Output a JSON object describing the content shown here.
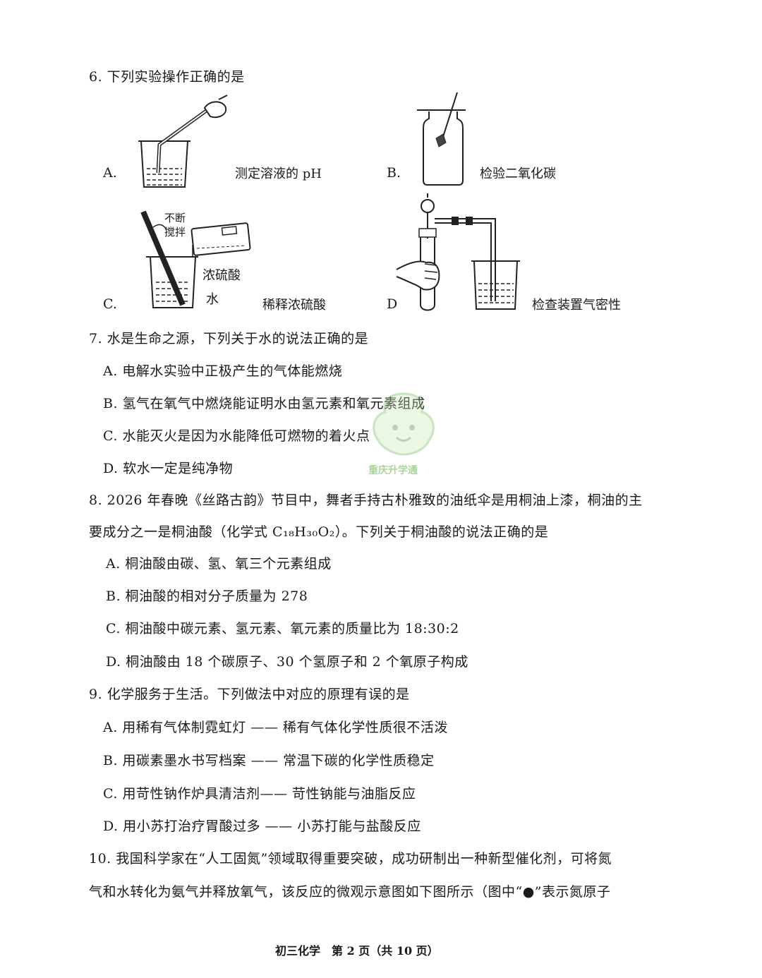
{
  "q6": {
    "stem": "6. 下列实验操作正确的是",
    "options": [
      {
        "label": "A.",
        "caption": "测定溶液的 pH"
      },
      {
        "label": "B.",
        "caption": "检验二氧化碳"
      },
      {
        "label": "C.",
        "caption": "稀释浓硫酸"
      },
      {
        "label": "D",
        "caption": "检查装置气密性"
      }
    ],
    "figure_c_labels": {
      "stir_1": "不断",
      "stir_2": "搅拌",
      "acid": "浓硫酸",
      "water": "水"
    }
  },
  "q7": {
    "stem": "7. 水是生命之源，下列关于水的说法正确的是",
    "options": [
      "A. 电解水实验中正极产生的气体能燃烧",
      "B. 氢气在氧气中燃烧能证明水由氢元素和氧元素组成",
      "C. 水能灭火是因为水能降低可燃物的着火点",
      "D. 软水一定是纯净物"
    ]
  },
  "q8": {
    "stem_1": "8. 2026 年春晚《丝路古韵》节目中，舞者手持古朴雅致的油纸伞是用桐油上漆，桐油的主",
    "stem_2": "要成分之一是桐油酸（化学式 C₁₈H₃₀O₂）。下列关于桐油酸的说法正确的是",
    "options": [
      "A. 桐油酸由碳、氢、氧三个元素组成",
      "B. 桐油酸的相对分子质量为 278",
      "C. 桐油酸中碳元素、氢元素、氧元素的质量比为 18:30:2",
      "D. 桐油酸由 18 个碳原子、30 个氢原子和 2 个氧原子构成"
    ]
  },
  "q9": {
    "stem": "9. 化学服务于生活。下列做法中对应的原理有误的是",
    "options": [
      "A. 用稀有气体制霓虹灯 —— 稀有气体化学性质很不活泼",
      "B. 用碳素墨水书写档案 —— 常温下碳的化学性质稳定",
      "C. 用苛性钠作炉具清洁剂—— 苛性钠能与油脂反应",
      "D. 用小苏打治疗胃酸过多 —— 小苏打能与盐酸反应"
    ]
  },
  "q10": {
    "stem_1": "10. 我国科学家在“人工固氮”领域取得重要突破，成功研制出一种新型催化剂，可将氮",
    "stem_2": "气和水转化为氨气并释放氧气，该反应的微观示意图如下图所示（图中“●”表示氮原子"
  },
  "footer": "初三化学　第 2 页（共 10 页）",
  "watermark_text": "重庆升学通"
}
